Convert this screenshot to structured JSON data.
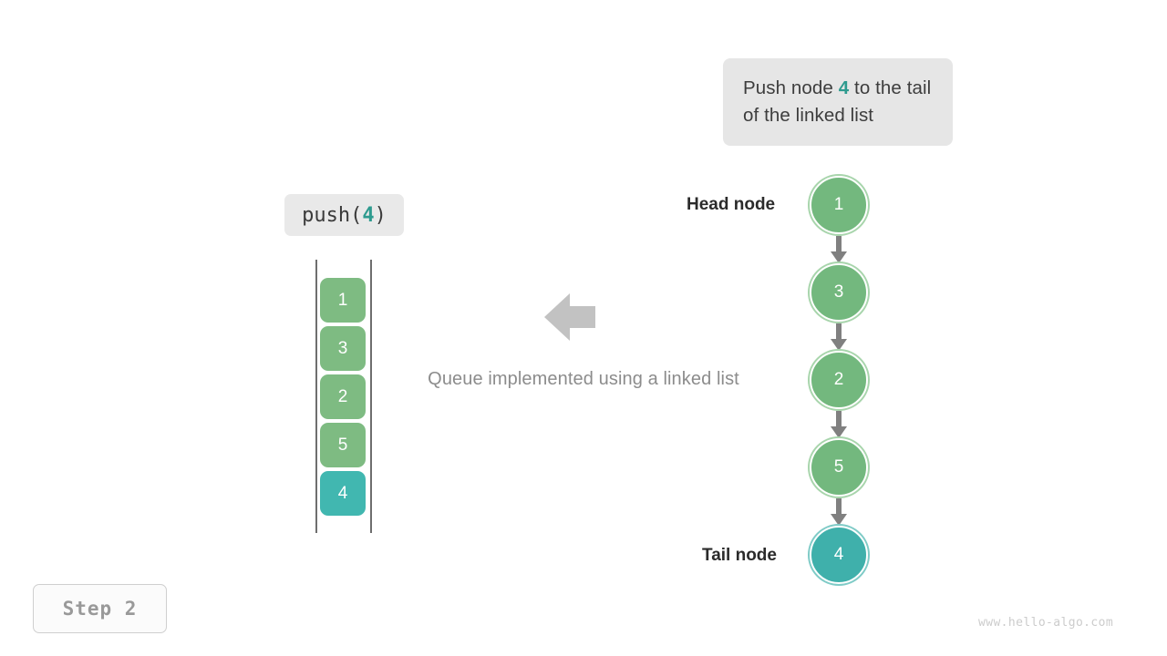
{
  "tooltip": {
    "text_before": "Push node ",
    "highlight": "4",
    "text_after": " to the tail of the linked list",
    "background": "#e6e6e6",
    "highlight_color": "#2e9b8f"
  },
  "operation": {
    "prefix": "push(",
    "argument": "4",
    "suffix": ")"
  },
  "queue": {
    "caption": "Queue implemented using a linked list",
    "arrow_direction": "left",
    "cells": [
      {
        "value": "1",
        "color": "#7ebb82",
        "state": "existing"
      },
      {
        "value": "3",
        "color": "#7ebb82",
        "state": "existing"
      },
      {
        "value": "2",
        "color": "#7ebb82",
        "state": "existing"
      },
      {
        "value": "5",
        "color": "#7ebb82",
        "state": "existing"
      },
      {
        "value": "4",
        "color": "#41b7b0",
        "state": "new"
      }
    ]
  },
  "linked_list": {
    "head_label": "Head node",
    "tail_label": "Tail node",
    "nodes": [
      {
        "value": "1",
        "color": "#73b87e",
        "ring": "#a8d5ac",
        "state": "existing"
      },
      {
        "value": "3",
        "color": "#73b87e",
        "ring": "#a8d5ac",
        "state": "existing"
      },
      {
        "value": "2",
        "color": "#73b87e",
        "ring": "#a8d5ac",
        "state": "existing"
      },
      {
        "value": "5",
        "color": "#73b87e",
        "ring": "#a8d5ac",
        "state": "existing"
      },
      {
        "value": "4",
        "color": "#3fb0ab",
        "ring": "#7fcbc7",
        "state": "new"
      }
    ]
  },
  "step": {
    "label": "Step 2"
  },
  "watermark": {
    "text": "www.hello-algo.com"
  }
}
